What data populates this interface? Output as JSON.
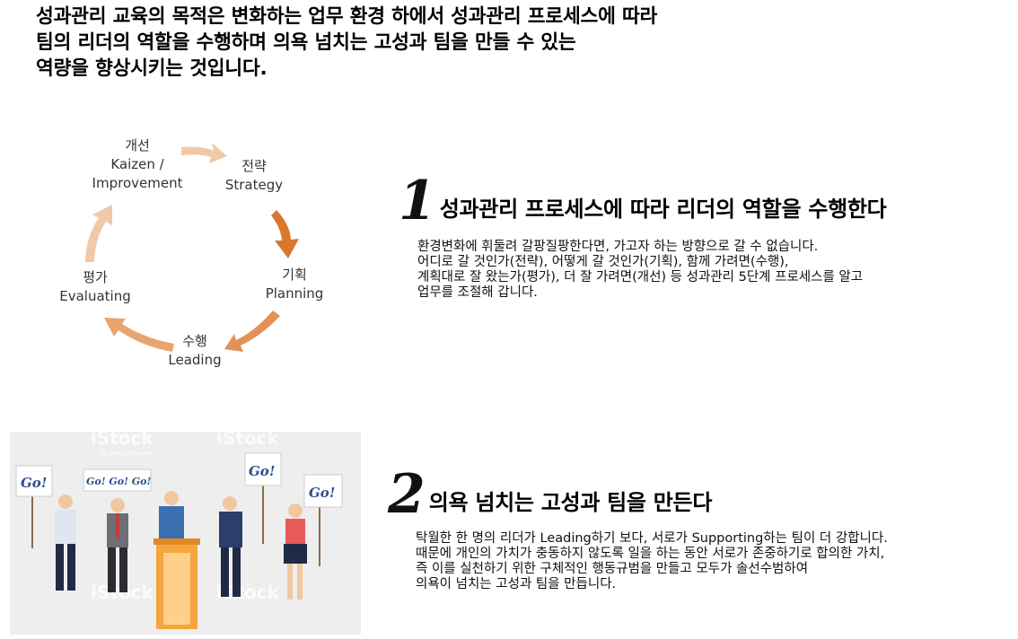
{
  "intro": {
    "lines": [
      "성과관리 교육의 목적은 변화하는 업무 환경 하에서 성과관리 프로세스에 따라",
      "팀의 리더의 역할을 수행하며 의욕 넘치는 고성과 팀을 만들 수 있는",
      "역량을 향상시키는 것입니다."
    ]
  },
  "cycle": {
    "arrow_color": "#e8a56f",
    "arrow_dark_color": "#d9772e",
    "stages": [
      {
        "ko": "개선",
        "en": "Kaizen /",
        "en2": "Improvement"
      },
      {
        "ko": "전략",
        "en": "Strategy"
      },
      {
        "ko": "기획",
        "en": "Planning"
      },
      {
        "ko": "수행",
        "en": "Leading"
      },
      {
        "ko": "평가",
        "en": "Evaluating"
      }
    ]
  },
  "section1": {
    "number": "1",
    "title": "성과관리 프로세스에 따라 리더의 역할을 수행한다",
    "lines": [
      "환경변화에 휘둘려 갈팡질팡한다면, 가고자 하는 방향으로 갈 수 없습니다.",
      "어디로 갈 것인가(전략), 어떻게 갈 것인가(기획), 함께 가려면(수행),",
      "계획대로 잘 왔는가(평가), 더 잘 가려면(개선) 등 성과관리 5단계 프로세스를 알고",
      "업무를 조절해 갑니다."
    ]
  },
  "section2": {
    "number": "2",
    "title": "의욕 넘치는 고성과 팀을 만든다",
    "lines": [
      "탁월한 한 명의 리더가 Leading하기 보다, 서로가 Supporting하는 팀이 더 강합니다.",
      "때문에 개인의 가치가 충동하지 않도록 일을 하는 동안 서로가 존중하기로 합의한 가치,",
      "즉 이를 실천하기 위한 구체적인 행동규범을 만들고 모두가 솔선수범하여",
      "의욕이 넘치는 고성과 팀을 만듭니다."
    ]
  },
  "illustration": {
    "signs": [
      "Go!",
      "Go! Go! Go!",
      "Go!",
      "Go!"
    ],
    "watermark": "iStock",
    "watermark_sub": "by Getty Images"
  }
}
